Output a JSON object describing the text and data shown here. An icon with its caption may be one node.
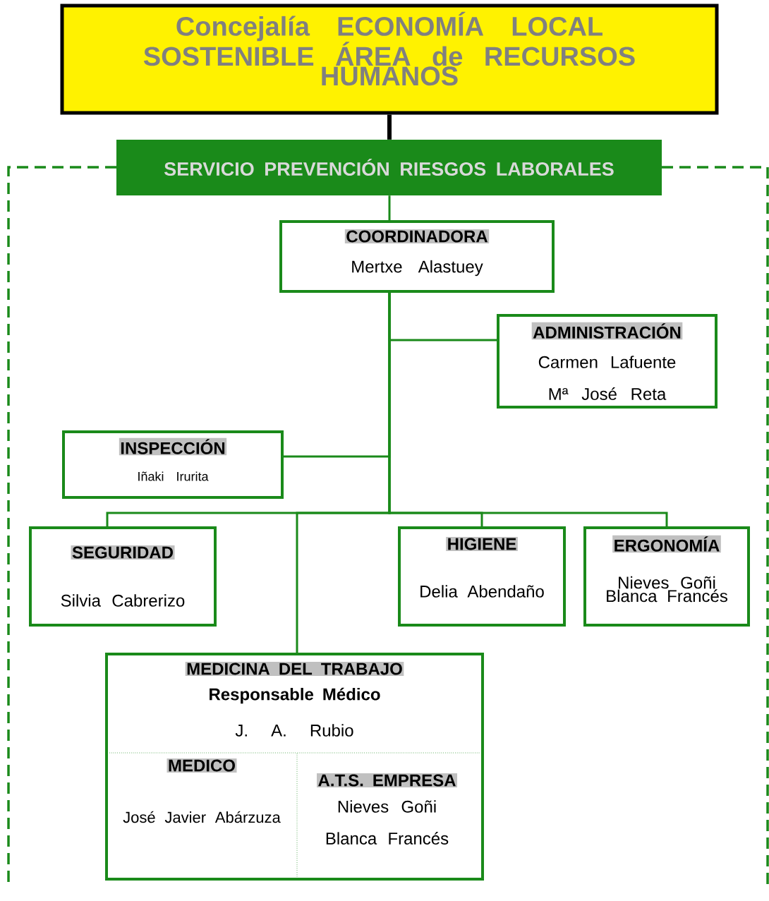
{
  "diagram": {
    "nodes": [
      {
        "text": [
          "Concejalía ECONOMÍA LOCAL SOSTENIBLE ÁREA de RECURSOS HUMANOS"
        ]
      },
      {
        "text": [
          "SERVICIO PREVENCIÓN RIESGOS LABORALES"
        ]
      },
      {
        "text": [
          "COORDINADORA",
          "Mertxe Alastuey"
        ]
      },
      {
        "text": [
          "ADMINISTRACIÓN",
          "Carmen Lafuente",
          "Mª José Reta"
        ]
      },
      {
        "text": [
          "INSPECCIÓN",
          "Iñaki Irurita"
        ]
      },
      {
        "text": [
          "SEGURIDAD",
          "Silvia Cabrerizo"
        ]
      },
      {
        "text": [
          "HIGIENE",
          "Delia Abendaño"
        ]
      },
      {
        "text": [
          "ERGONOMÍA",
          "Nieves Goñi Blanca Francés"
        ]
      },
      {
        "text": [
          "MEDICINA DEL TRABAJO",
          "Responsable Médico",
          "J. A. Rubio"
        ]
      },
      {
        "text": [
          "MEDICO",
          "José Javier Abárzuza"
        ],
        "in": 8
      },
      {
        "text": [
          "A.T.S. EMPRESA",
          "Nieves Goñi",
          "Blanca Francés"
        ],
        "in": 8
      }
    ],
    "edges": [
      {
        "from": 0,
        "to": 1,
        "arrow": "none",
        "style": "thick",
        "color": "#000000"
      },
      {
        "from": 1,
        "to": 2,
        "arrow": "none"
      },
      {
        "from": 2,
        "to": 3,
        "arrow": "none"
      },
      {
        "from": 2,
        "to": 4,
        "arrow": "none"
      },
      {
        "from": 2,
        "to": 5,
        "arrow": "none"
      },
      {
        "from": 2,
        "to": 6,
        "arrow": "none"
      },
      {
        "from": 2,
        "to": 7,
        "arrow": "none"
      },
      {
        "from": 2,
        "to": 8,
        "arrow": "none"
      }
    ]
  }
}
